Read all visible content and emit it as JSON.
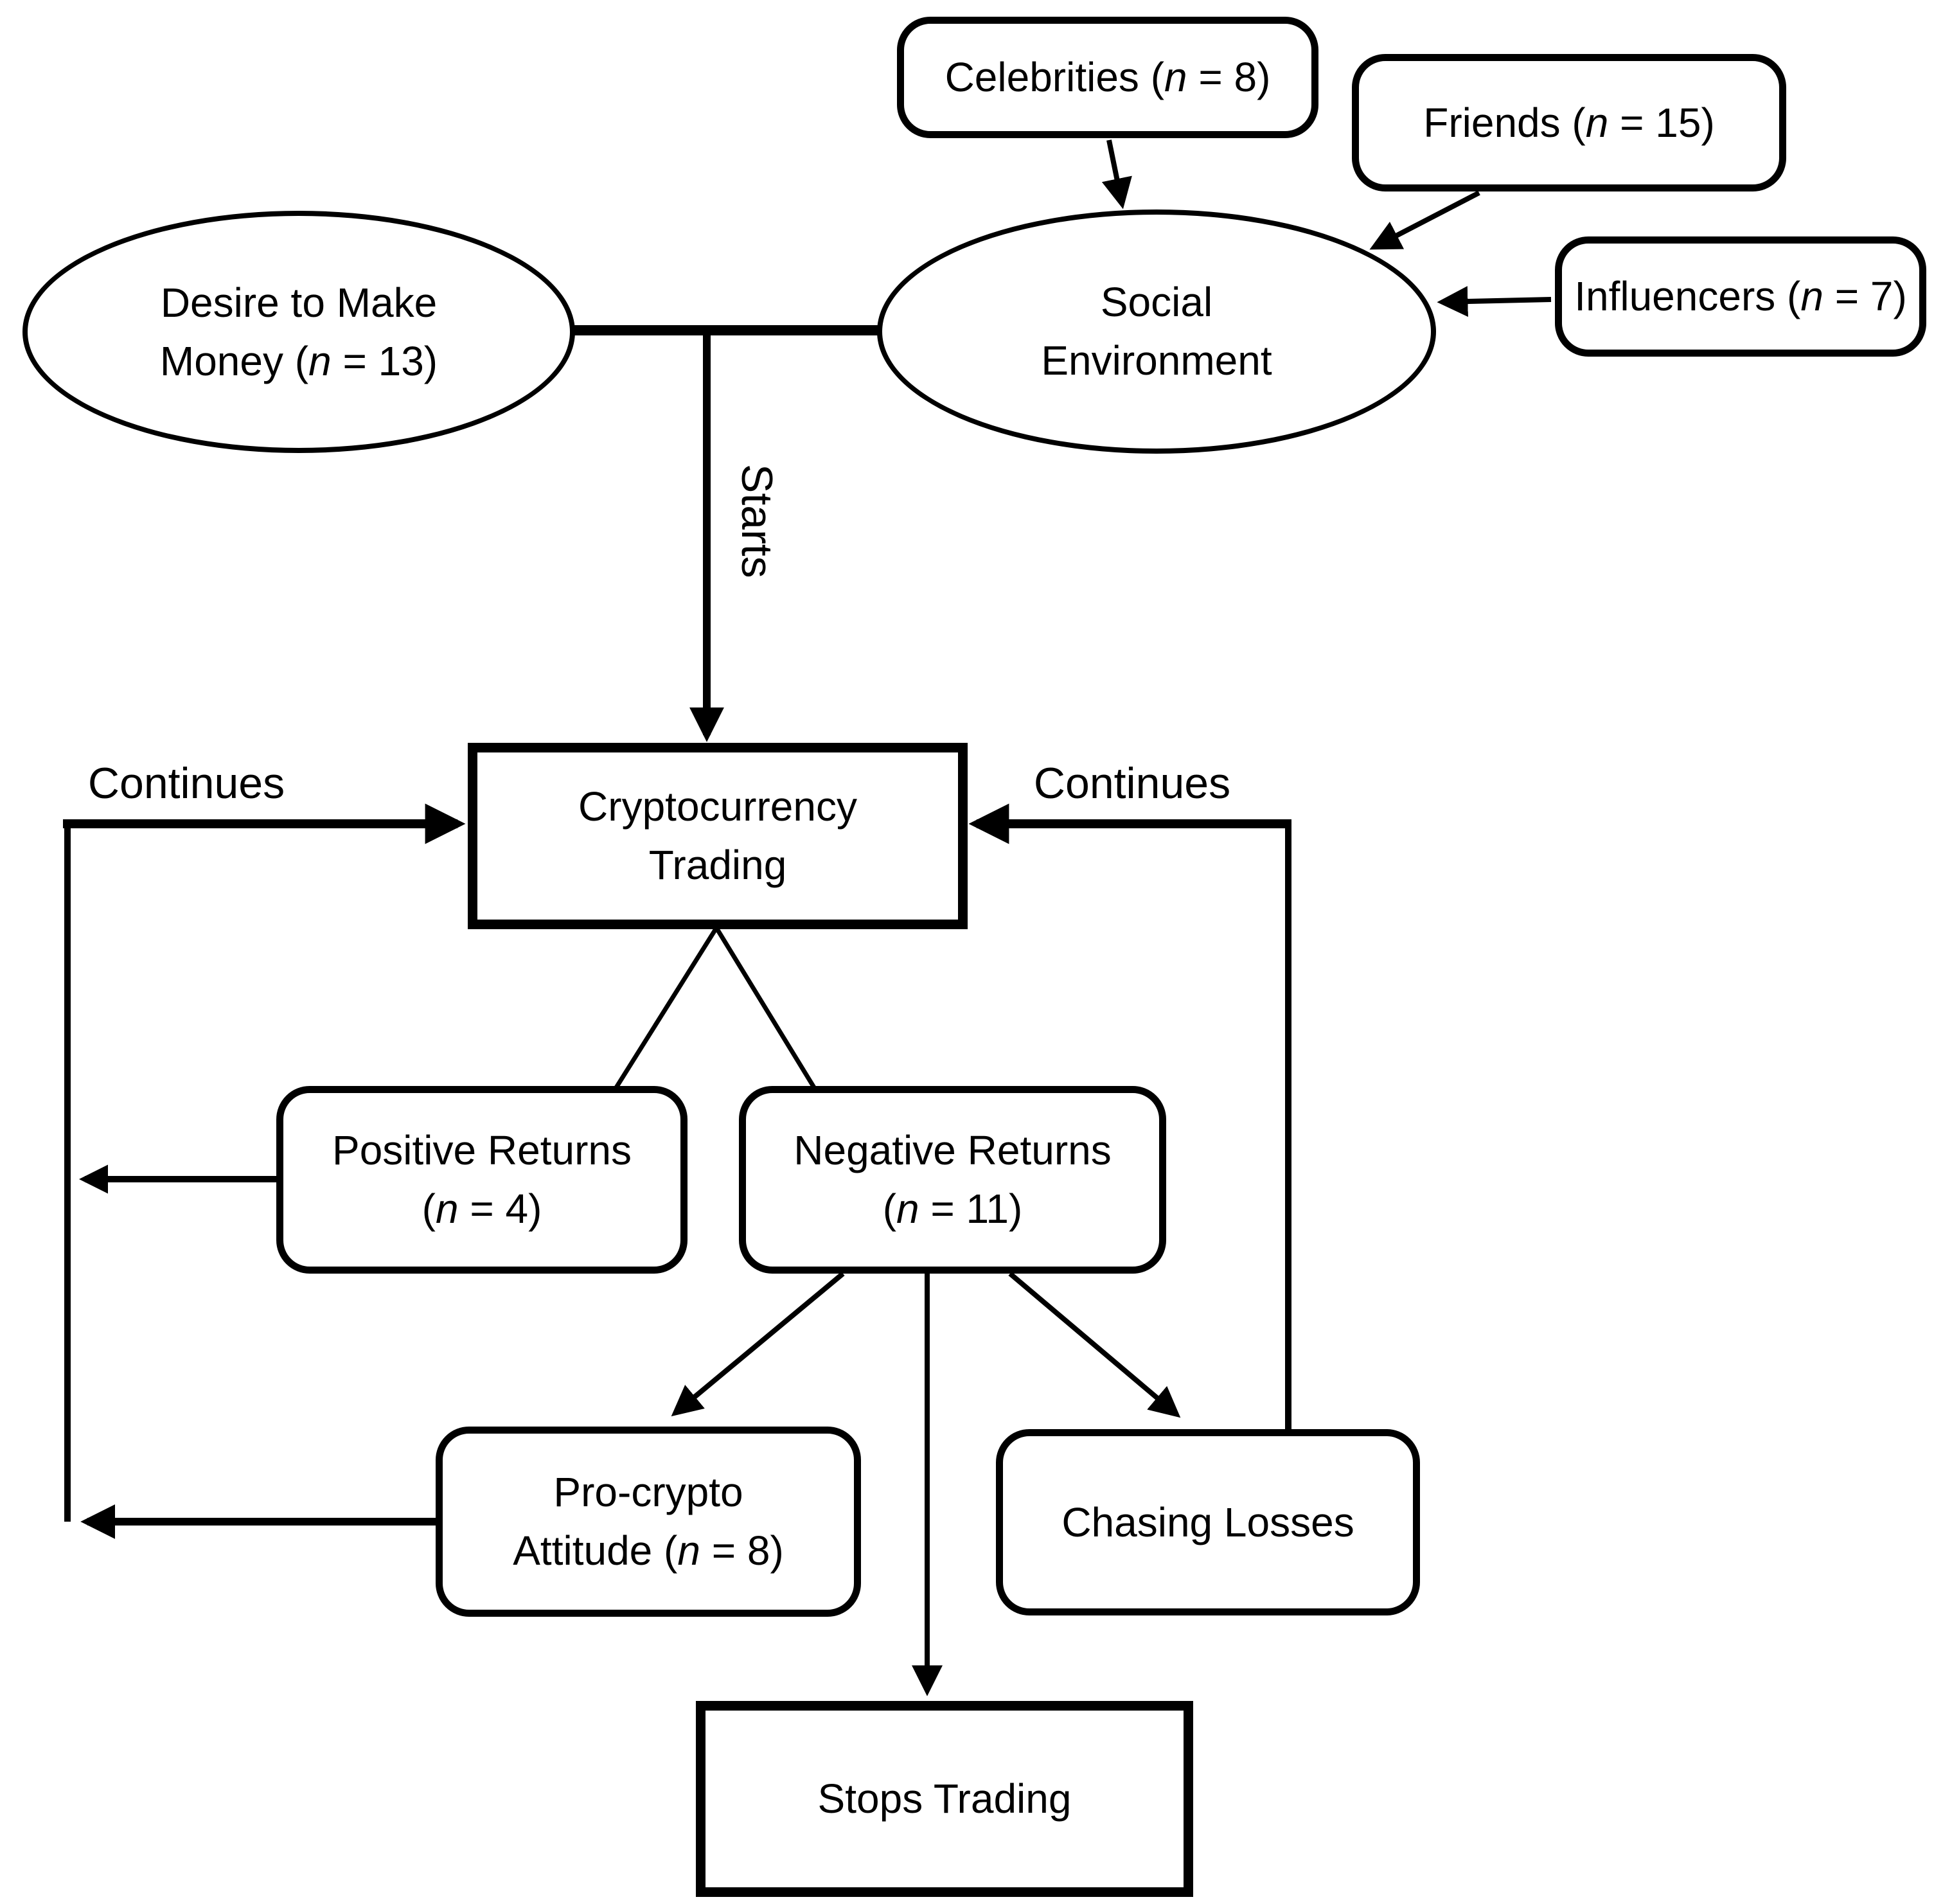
{
  "diagram": {
    "title_hint": "Cryptocurrency trading behaviour flowchart",
    "colors": {
      "ink": "#000000",
      "background": "#ffffff"
    },
    "nodes": {
      "desire_to_make_money": {
        "shape": "ellipse",
        "parts": [
          {
            "t": "Desire to Make"
          },
          {
            "br": true
          },
          {
            "t": "Money ("
          },
          {
            "t": "n",
            "i": true
          },
          {
            "t": " = 13)"
          }
        ]
      },
      "social_environment": {
        "shape": "ellipse",
        "parts": [
          {
            "t": "Social"
          },
          {
            "br": true
          },
          {
            "t": "Environment"
          }
        ]
      },
      "celebrities": {
        "shape": "rounded-box",
        "parts": [
          {
            "t": "Celebrities ("
          },
          {
            "t": "n",
            "i": true
          },
          {
            "t": " = 8)"
          }
        ]
      },
      "friends": {
        "shape": "rounded-box",
        "parts": [
          {
            "t": "Friends ("
          },
          {
            "t": "n",
            "i": true
          },
          {
            "t": " = 15)"
          }
        ]
      },
      "influencers": {
        "shape": "rounded-box",
        "parts": [
          {
            "t": "Influencers ("
          },
          {
            "t": "n",
            "i": true
          },
          {
            "t": " = 7)"
          }
        ]
      },
      "cryptocurrency_trading": {
        "shape": "rectangle",
        "parts": [
          {
            "t": "Cryptocurrency"
          },
          {
            "br": true
          },
          {
            "t": "Trading"
          }
        ]
      },
      "positive_returns": {
        "shape": "rounded-box",
        "parts": [
          {
            "t": "Positive Returns"
          },
          {
            "br": true
          },
          {
            "t": "("
          },
          {
            "t": "n",
            "i": true
          },
          {
            "t": " = 4)"
          }
        ]
      },
      "negative_returns": {
        "shape": "rounded-box",
        "parts": [
          {
            "t": "Negative Returns"
          },
          {
            "br": true
          },
          {
            "t": "("
          },
          {
            "t": "n",
            "i": true
          },
          {
            "t": " = 11)"
          }
        ]
      },
      "pro_crypto_attitude": {
        "shape": "rounded-box",
        "parts": [
          {
            "t": "Pro-crypto"
          },
          {
            "br": true
          },
          {
            "t": "Attitude ("
          },
          {
            "t": "n",
            "i": true
          },
          {
            "t": " = 8)"
          }
        ]
      },
      "chasing_losses": {
        "shape": "rounded-box",
        "parts": [
          {
            "t": "Chasing Losses"
          }
        ]
      },
      "stops_trading": {
        "shape": "rectangle",
        "parts": [
          {
            "t": "Stops Trading"
          }
        ]
      }
    },
    "edge_labels": {
      "starts": "Starts",
      "continues_left": "Continues",
      "continues_right": "Continues"
    },
    "edges": [
      {
        "from": "Celebrities",
        "to": "Social Environment",
        "style": "arrow"
      },
      {
        "from": "Friends",
        "to": "Social Environment",
        "style": "arrow"
      },
      {
        "from": "Influencers",
        "to": "Social Environment",
        "style": "arrow"
      },
      {
        "from": "Desire to Make Money",
        "to": "Social Environment",
        "style": "line"
      },
      {
        "from": "Desire to Make Money / Social Environment",
        "to": "Cryptocurrency Trading",
        "label": "Starts",
        "style": "arrow"
      },
      {
        "from": "Cryptocurrency Trading",
        "to": "Positive Returns",
        "style": "line"
      },
      {
        "from": "Cryptocurrency Trading",
        "to": "Negative Returns",
        "style": "line"
      },
      {
        "from": "Positive Returns",
        "to": "Cryptocurrency Trading",
        "label": "Continues",
        "style": "arrow"
      },
      {
        "from": "Negative Returns",
        "to": "Pro-crypto Attitude",
        "style": "arrow"
      },
      {
        "from": "Negative Returns",
        "to": "Stops Trading",
        "style": "arrow"
      },
      {
        "from": "Negative Returns",
        "to": "Chasing Losses",
        "style": "arrow"
      },
      {
        "from": "Pro-crypto Attitude",
        "to": "Cryptocurrency Trading",
        "label": "Continues",
        "style": "arrow"
      },
      {
        "from": "Chasing Losses",
        "to": "Cryptocurrency Trading",
        "label": "Continues",
        "style": "arrow"
      }
    ]
  }
}
